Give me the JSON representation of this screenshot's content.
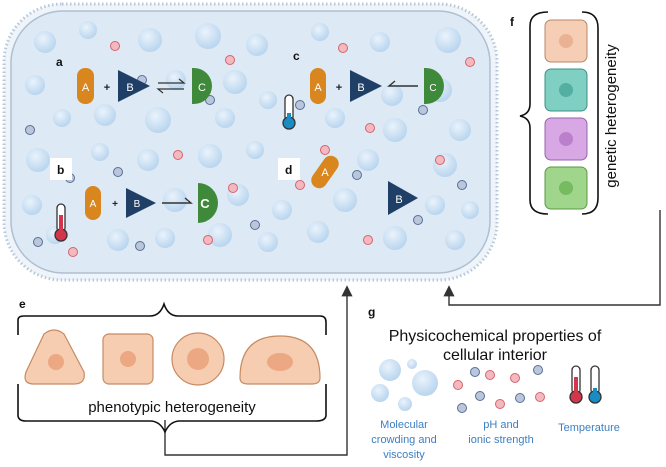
{
  "panels": {
    "a": "a",
    "b": "b",
    "c": "c",
    "d": "d",
    "e": "e",
    "f": "f",
    "g": "g"
  },
  "molecules": {
    "A": "A",
    "B": "B",
    "C": "C",
    "plus": "+"
  },
  "f_label": "genetic heterogeneity",
  "e_label": "phenotypic heterogeneity",
  "g": {
    "title_line1": "Physicochemical properties of",
    "title_line2": "cellular interior",
    "crowding": [
      "Molecular",
      "crowding and",
      "viscosity"
    ],
    "ph": [
      "pH and",
      "ionic strength"
    ],
    "temp": "Temperature"
  },
  "colors": {
    "cell_fill": "#dbe8f5",
    "cell_border": "#a9bdd3",
    "orange": "#d8861d",
    "navy": "#1f3f66",
    "green": "#3f8a3a",
    "caption_blue": "#3d7fc2"
  }
}
